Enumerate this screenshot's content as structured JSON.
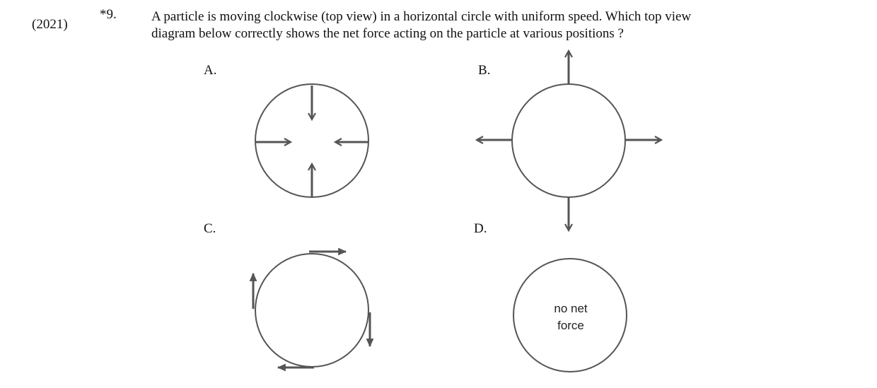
{
  "question": {
    "year": "(2021)",
    "number": "*9.",
    "stem_line1": "A particle is moving clockwise (top view) in a horizontal circle with uniform speed.  Which top view",
    "stem_line2": "diagram below correctly shows the net force acting on the particle at various positions ?"
  },
  "options": {
    "a_label": "A.",
    "b_label": "B.",
    "c_label": "C.",
    "d_label": "D.",
    "d_text_line1": "no net",
    "d_text_line2": "force"
  },
  "colors": {
    "ink": "#555555",
    "text": "#111111"
  }
}
